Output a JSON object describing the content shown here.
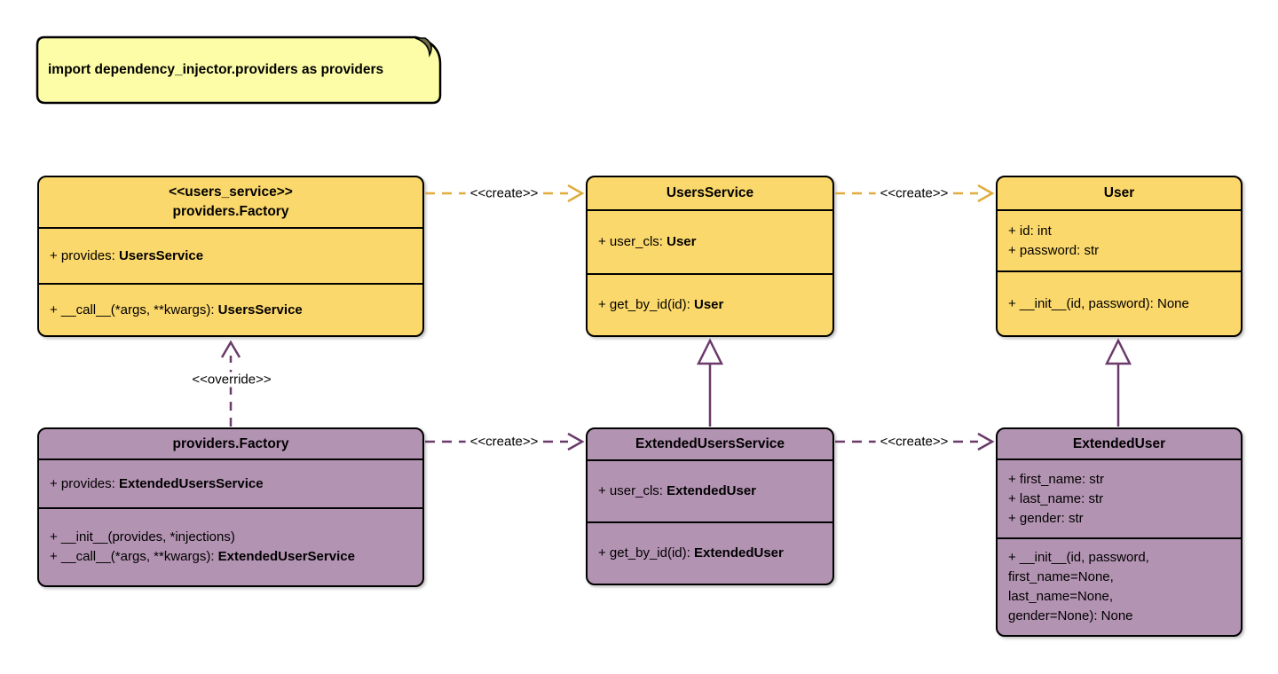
{
  "note": {
    "text": "import dependency_injector.providers as providers"
  },
  "colors": {
    "gold_fill": "#FBD86B",
    "purple_fill": "#B393B2",
    "note_fill": "#FDFDA7",
    "note_fold": "#6b6b45",
    "gold_arrow": "#E0AC3C",
    "purple_arrow": "#6A3A6B",
    "border": "#000000"
  },
  "classes": [
    {
      "name": "users-service-factory",
      "theme": "gold",
      "title_lines": [
        "<<users_service>>",
        "providers.Factory"
      ],
      "attributes": [
        [
          {
            "t": "+ provides: "
          },
          {
            "t": "UsersService",
            "b": true
          }
        ]
      ],
      "methods": [
        [
          {
            "t": "+ __call__(*args, **kwargs): "
          },
          {
            "t": "UsersService",
            "b": true
          }
        ]
      ]
    },
    {
      "name": "users-service",
      "theme": "gold",
      "title_lines": [
        "UsersService"
      ],
      "attributes": [
        [
          {
            "t": "+ user_cls: "
          },
          {
            "t": "User",
            "b": true
          }
        ]
      ],
      "methods": [
        [
          {
            "t": "+ get_by_id(id): "
          },
          {
            "t": "User",
            "b": true
          }
        ]
      ]
    },
    {
      "name": "user",
      "theme": "gold",
      "title_lines": [
        "User"
      ],
      "attributes": [
        [
          {
            "t": "+ id: int"
          }
        ],
        [
          {
            "t": "+ password: str"
          }
        ]
      ],
      "methods": [
        [
          {
            "t": "+ __init__(id, password): None"
          }
        ]
      ]
    },
    {
      "name": "extended-factory",
      "theme": "purple",
      "title_lines": [
        "providers.Factory"
      ],
      "attributes": [
        [
          {
            "t": "+ provides: "
          },
          {
            "t": "ExtendedUsersService",
            "b": true
          }
        ]
      ],
      "methods": [
        [
          {
            "t": "+ __init__(provides, *injections)"
          }
        ],
        [
          {
            "t": "+ __call__(*args, **kwargs): "
          },
          {
            "t": "ExtendedUserService",
            "b": true
          }
        ]
      ]
    },
    {
      "name": "extended-users-service",
      "theme": "purple",
      "title_lines": [
        "ExtendedUsersService"
      ],
      "attributes": [
        [
          {
            "t": "+ user_cls: "
          },
          {
            "t": "ExtendedUser",
            "b": true
          }
        ]
      ],
      "methods": [
        [
          {
            "t": "+ get_by_id(id): "
          },
          {
            "t": "ExtendedUser",
            "b": true
          }
        ]
      ]
    },
    {
      "name": "extended-user",
      "theme": "purple",
      "title_lines": [
        "ExtendedUser"
      ],
      "attributes": [
        [
          {
            "t": "+ first_name: str"
          }
        ],
        [
          {
            "t": "+ last_name: str"
          }
        ],
        [
          {
            "t": "+ gender: str"
          }
        ]
      ],
      "methods": [
        [
          {
            "t": "+ __init__(id, password,"
          }
        ],
        [
          {
            "t": "first_name=None,"
          }
        ],
        [
          {
            "t": "last_name=None,"
          }
        ],
        [
          {
            "t": "gender=None): None"
          }
        ]
      ]
    }
  ],
  "edges": {
    "create_labels": [
      "<<create>>",
      "<<create>>",
      "<<create>>",
      "<<create>>"
    ],
    "override_label": "<<override>>"
  }
}
